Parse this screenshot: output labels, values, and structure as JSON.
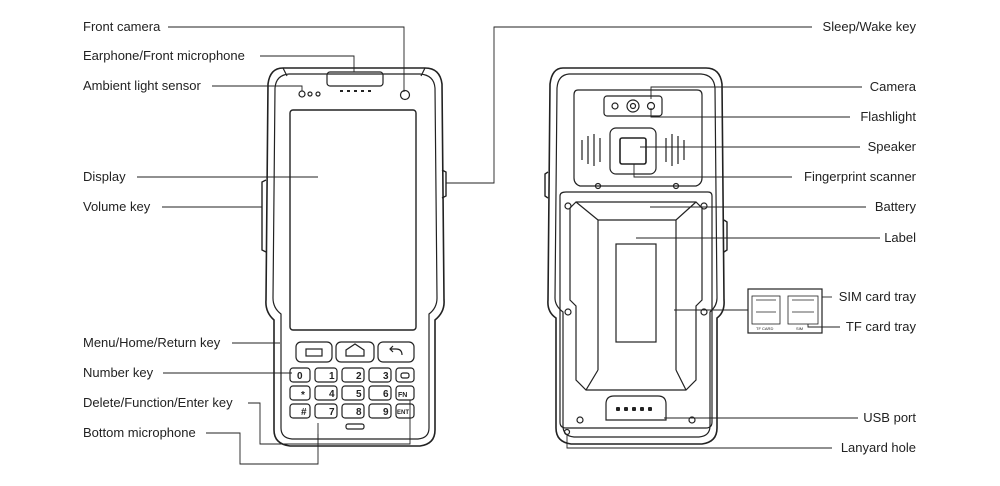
{
  "diagram": {
    "left_labels": [
      "Front camera",
      "Earphone/Front microphone",
      "Ambient light sensor",
      "Display",
      "Volume key",
      "Menu/Home/Return key",
      "Number key",
      "Delete/Function/Enter key",
      "Bottom microphone"
    ],
    "right_labels": [
      "Sleep/Wake key",
      "Camera",
      "Flashlight",
      "Speaker",
      "Fingerprint scanner",
      "Battery",
      "Label",
      "SIM card tray",
      "TF card tray",
      "USB port",
      "Lanyard hole"
    ],
    "keypad": {
      "row1": [
        "0",
        "1",
        "2",
        "3"
      ],
      "row2": [
        "*",
        "4",
        "5",
        "6"
      ],
      "row3": [
        "#",
        "7",
        "8",
        "9"
      ],
      "fn": "FN",
      "ent": "ENT"
    },
    "tray_labels": [
      "TF CARD",
      "SIM"
    ]
  }
}
